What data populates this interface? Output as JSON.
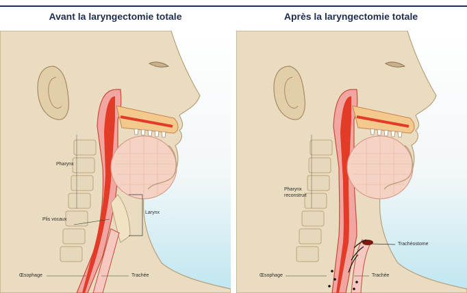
{
  "colors": {
    "rule": "#1e2d4f",
    "title": "#1e2d4f",
    "skin": "#eadcc0",
    "skin_shadow": "#cdb690",
    "muscle": "#f2a6a1",
    "airway": "#e23b27",
    "airway_inner": "#c41f12",
    "bone": "#f3ead3",
    "bg_blue": "#bfe6f0",
    "tongue": "#f6d2c4"
  },
  "left": {
    "title": "Avant la laryngectomie totale",
    "labels": {
      "pharynx": "Pharynx",
      "plis": "Plis vocaux",
      "larynx": "Larynx",
      "oesophage": "Œsophage",
      "trachee": "Trachée"
    }
  },
  "right": {
    "title": "Après la laryngectomie totale",
    "labels": {
      "pharynx_line1": "Pharynx",
      "pharynx_line2": "reconstruit",
      "tracheostome": "Trachéostome",
      "oesophage": "Œsophage",
      "trachee": "Trachée"
    }
  }
}
